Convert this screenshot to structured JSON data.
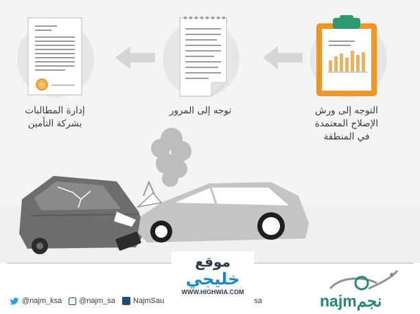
{
  "steps": [
    {
      "label_lines": [
        "التوجه  إلى  ورش",
        "الإصلاح  المعتمدة",
        "في  المنطقة"
      ],
      "icon": "clipboard-chart-icon"
    },
    {
      "label_lines": [
        "توجه إلى المرور"
      ],
      "icon": "report-paper-icon"
    },
    {
      "label_lines": [
        "إدارة  المطالبات",
        "بشركة التأمين"
      ],
      "icon": "certificate-document-icon"
    }
  ],
  "social": {
    "twitter": "@najm_ksa",
    "instagram": "@najm_sa",
    "facebook": "NajmSau",
    "website": "m.sa"
  },
  "watermark": {
    "top": "موقع",
    "main": "خليجي",
    "url": "WWW.HIGHWIA.COM"
  },
  "logo": {
    "latin": "najm",
    "arabic": "نجم"
  },
  "colors": {
    "clipboard_orange": "#f29522",
    "clipboard_clip": "#2e9b6f",
    "chart_bars": "#f6b24c",
    "car_dark": "#6e6e6e",
    "car_light": "#c4c4c4",
    "logo_green": "#1f8a76",
    "twitter_blue": "#1da1f2"
  }
}
